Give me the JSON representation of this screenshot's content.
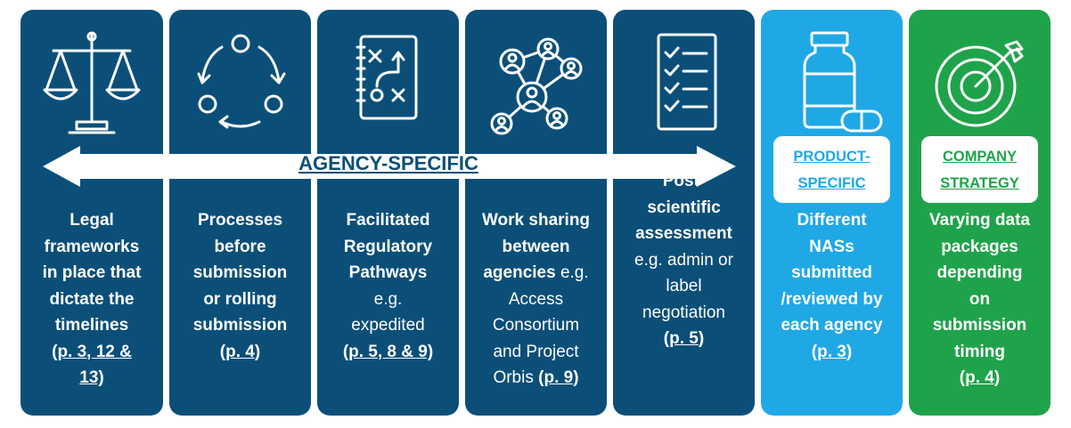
{
  "colors": {
    "dark": "#0b4f79",
    "light": "#1fa8e6",
    "green": "#1fa34a"
  },
  "arrow_label": "AGENCY-SPECIFIC",
  "cards": [
    {
      "icon": "scales-icon",
      "lines": [
        [
          "Legal"
        ],
        [
          "frameworks"
        ],
        [
          "in place that"
        ],
        [
          "dictate the"
        ],
        [
          "timelines"
        ],
        [
          "(p. 3, 12 &"
        ],
        [
          "13)"
        ]
      ]
    },
    {
      "icon": "cycle-icon"
    },
    {
      "icon": "strategy-board-icon"
    },
    {
      "icon": "network-icon"
    },
    {
      "icon": "checklist-icon"
    },
    {
      "icon": "medicine-bottle-icon",
      "tag": [
        "PRODUCT-",
        "SPECIFIC"
      ]
    },
    {
      "icon": "target-icon",
      "tag": [
        "COMPANY",
        "STRATEGY"
      ]
    }
  ],
  "text": {
    "c1": {
      "l1": "Legal",
      "l2": "frameworks",
      "l3": "in place that",
      "l4": "dictate the",
      "l5": "timelines",
      "l6": "(p. 3, 12 &",
      "l7": "13)"
    },
    "c2": {
      "l1": "Processes",
      "l2": "before",
      "l3": "submission",
      "l4": "or rolling",
      "l5": "submission",
      "l6a": "(",
      "l6b": "p. 4",
      "l6c": ")"
    },
    "c3": {
      "l1": "Facilitated",
      "l2": "Regulatory",
      "l3": "Pathways",
      "l4": "e.g.",
      "l5": "expedited",
      "l6": "(p. 5, 8 & 9)"
    },
    "c4": {
      "l1": "Work sharing",
      "l2": "between",
      "l3a": "agencies",
      "l3b": " e.g.",
      "l4": "Access",
      "l5": "Consortium",
      "l6": "and Project",
      "l7a": "Orbis  ",
      "l7b": "(",
      "l7c": "p. 9",
      "l7d": ")"
    },
    "c5": {
      "l1": "Post-",
      "l2": "scientific",
      "l3": "assessment",
      "l4": "e.g. admin or",
      "l5": "label",
      "l6": "negotiation",
      "l7a": "(",
      "l7b": "p. 5",
      "l7c": ")"
    },
    "c6": {
      "t1": "PRODUCT-",
      "t2": "SPECIFIC",
      "l1": "Different",
      "l2": "NASs",
      "l3": "submitted",
      "l4": "/reviewed by",
      "l5": "each agency",
      "l6a": "(",
      "l6b": "p. 3",
      "l6c": ")"
    },
    "c7": {
      "t1": "COMPANY",
      "t2": "STRATEGY",
      "l1": "Varying data",
      "l2": "packages",
      "l3": "depending",
      "l4": "on",
      "l5": "submission",
      "l6": "timing",
      "l7a": "(",
      "l7b": "p. 4",
      "l7c": ")"
    }
  }
}
